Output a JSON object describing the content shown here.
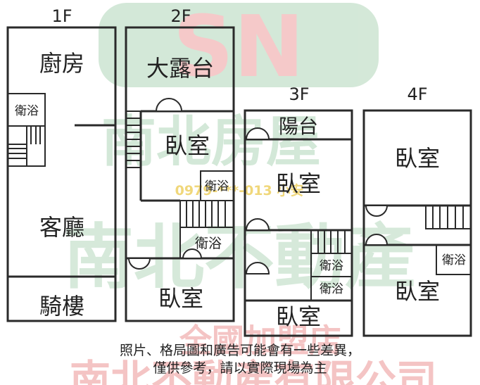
{
  "floors": [
    {
      "label": "1F",
      "rooms": [
        "廚房",
        "衛浴",
        "客廳",
        "騎樓"
      ]
    },
    {
      "label": "2F",
      "rooms": [
        "大露台",
        "臥室",
        "衛浴",
        "衛浴",
        "臥室"
      ]
    },
    {
      "label": "3F",
      "rooms": [
        "陽台",
        "臥室",
        "衛浴",
        "衛浴",
        "臥室"
      ]
    },
    {
      "label": "4F",
      "rooms": [
        "臥室",
        "衛浴",
        "臥室"
      ]
    }
  ],
  "watermark": {
    "logo": "SN",
    "text_top": "南北房屋",
    "text_mid": "南北不動產",
    "phone": "0979-***-013 小安",
    "text_bottom": "全國加盟店",
    "text_bottom2": "南北不動產有限公司",
    "colors": {
      "green": "#cfe6d4",
      "red": "#f4c4c4"
    }
  },
  "footer": {
    "line1": "照片、格局圖和廣告可能會有一些差異，",
    "line2": "僅供參考，請以實際現場為主"
  }
}
